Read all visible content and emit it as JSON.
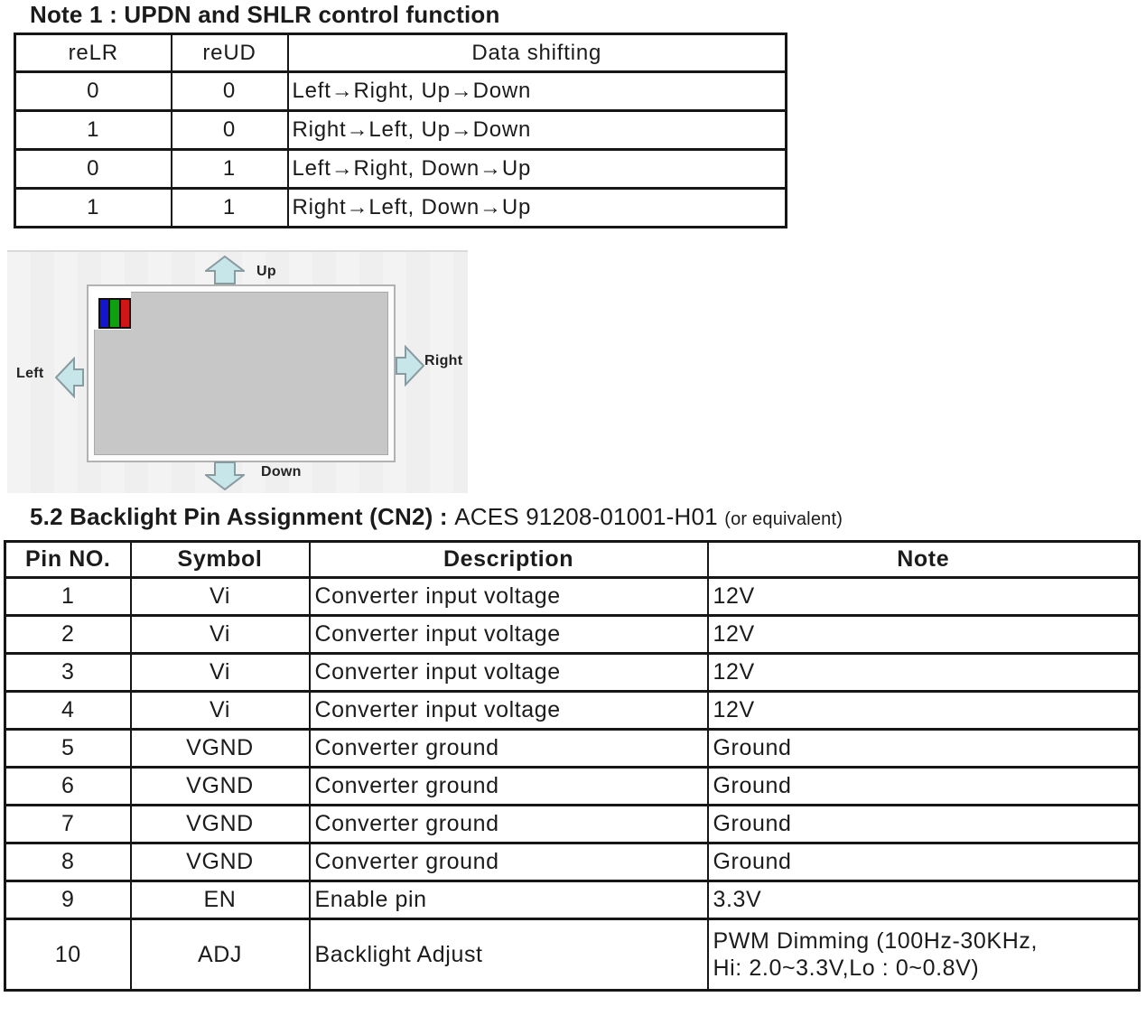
{
  "note1": {
    "title": "Note 1 : UPDN and SHLR control function",
    "table": {
      "headers": [
        "reLR",
        "reUD",
        "Data shifting"
      ],
      "rows": [
        [
          "0",
          "0",
          "Left→Right, Up→Down"
        ],
        [
          "1",
          "0",
          "Right→Left, Up→Down"
        ],
        [
          "0",
          "1",
          "Left→Right, Down→Up"
        ],
        [
          "1",
          "1",
          "Right→Left, Down→Up"
        ]
      ]
    }
  },
  "diagram": {
    "labels": {
      "up": "Up",
      "down": "Down",
      "left": "Left",
      "right": "Right"
    },
    "colors": {
      "arrow_fill": "#c6e6ea",
      "arrow_outline": "#8a9ba0",
      "screen_fill": "#c7c7c7",
      "monitor_border": "#b2b2b2",
      "background": "#f2f2f2",
      "swatch_blue": "#1515cf",
      "swatch_green": "#0fa00f",
      "swatch_red": "#cf1515"
    }
  },
  "section52": {
    "title_bold": "5.2 Backlight Pin Assignment (CN2) : ",
    "title_normal": "ACES 91208-01001-H01 ",
    "title_small": "(or equivalent)",
    "table": {
      "headers": [
        "Pin NO.",
        "Symbol",
        "Description",
        "Note"
      ],
      "rows": [
        [
          "1",
          "Vi",
          "Converter input voltage",
          "12V"
        ],
        [
          "2",
          "Vi",
          "Converter input voltage",
          "12V"
        ],
        [
          "3",
          "Vi",
          "Converter input voltage",
          "12V"
        ],
        [
          "4",
          "Vi",
          "Converter input voltage",
          "12V"
        ],
        [
          "5",
          "VGND",
          "Converter ground",
          "Ground"
        ],
        [
          "6",
          "VGND",
          "Converter ground",
          "Ground"
        ],
        [
          "7",
          "VGND",
          "Converter ground",
          "Ground"
        ],
        [
          "8",
          "VGND",
          "Converter ground",
          "Ground"
        ],
        [
          "9",
          "EN",
          "Enable pin",
          "3.3V"
        ],
        [
          "10",
          "ADJ",
          "Backlight Adjust",
          "PWM Dimming (100Hz-30KHz,\nHi: 2.0~3.3V,Lo : 0~0.8V)"
        ]
      ]
    }
  }
}
